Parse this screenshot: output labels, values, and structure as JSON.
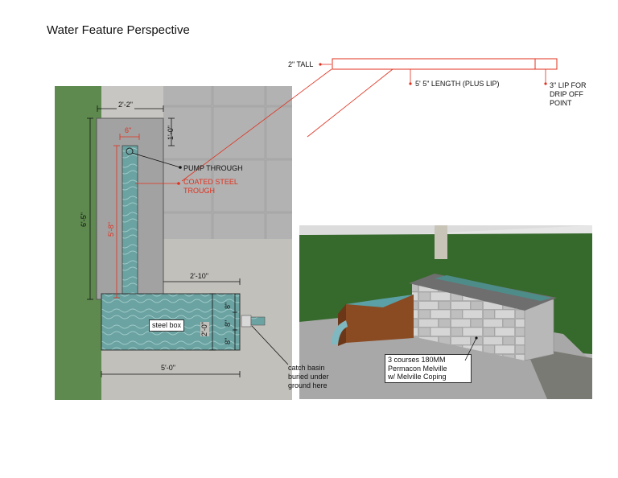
{
  "page_title": "Water Feature Perspective",
  "profile": {
    "tall": "2\" TALL",
    "length": "5' 5\" LENGTH (PLUS LIP)",
    "lip_line1": "3\" LIP FOR",
    "lip_line2": "DRIP OFF",
    "lip_line3": "POINT"
  },
  "plan": {
    "dim_top_width": "2'-2\"",
    "dim_offset": "1'-0\"",
    "dim_trough_width": "6\"",
    "dim_total_height": "6'-5\"",
    "dim_trough_length": "5'-8\"",
    "pump_line": "PUMP THROUGH",
    "trough_line1": "COATED STEEL",
    "trough_line2": "TROUGH",
    "dim_basin_width": "2'-10\"",
    "basin_label": "steel box",
    "dim_basin_depth": "2'-0\"",
    "dim_small_1": "8\"",
    "dim_small_2": "8\"",
    "dim_small_3": "8\"",
    "dim_bottom_width": "5'-0\"",
    "catch_line1": "catch basin",
    "catch_line2": "buried under",
    "catch_line3": "ground here"
  },
  "render": {
    "courses_line1": "3 courses 180MM",
    "courses_line2": "Permacon Melville",
    "courses_line3": "w/ Melville Coping"
  },
  "colors": {
    "lawn": "#5e8a4f",
    "paving": "#b4b2ae",
    "gravel": "#c9c8c4",
    "wall": "#a3a3a3",
    "water": "#6fa7a5",
    "dimension_red": "#e0301e"
  }
}
